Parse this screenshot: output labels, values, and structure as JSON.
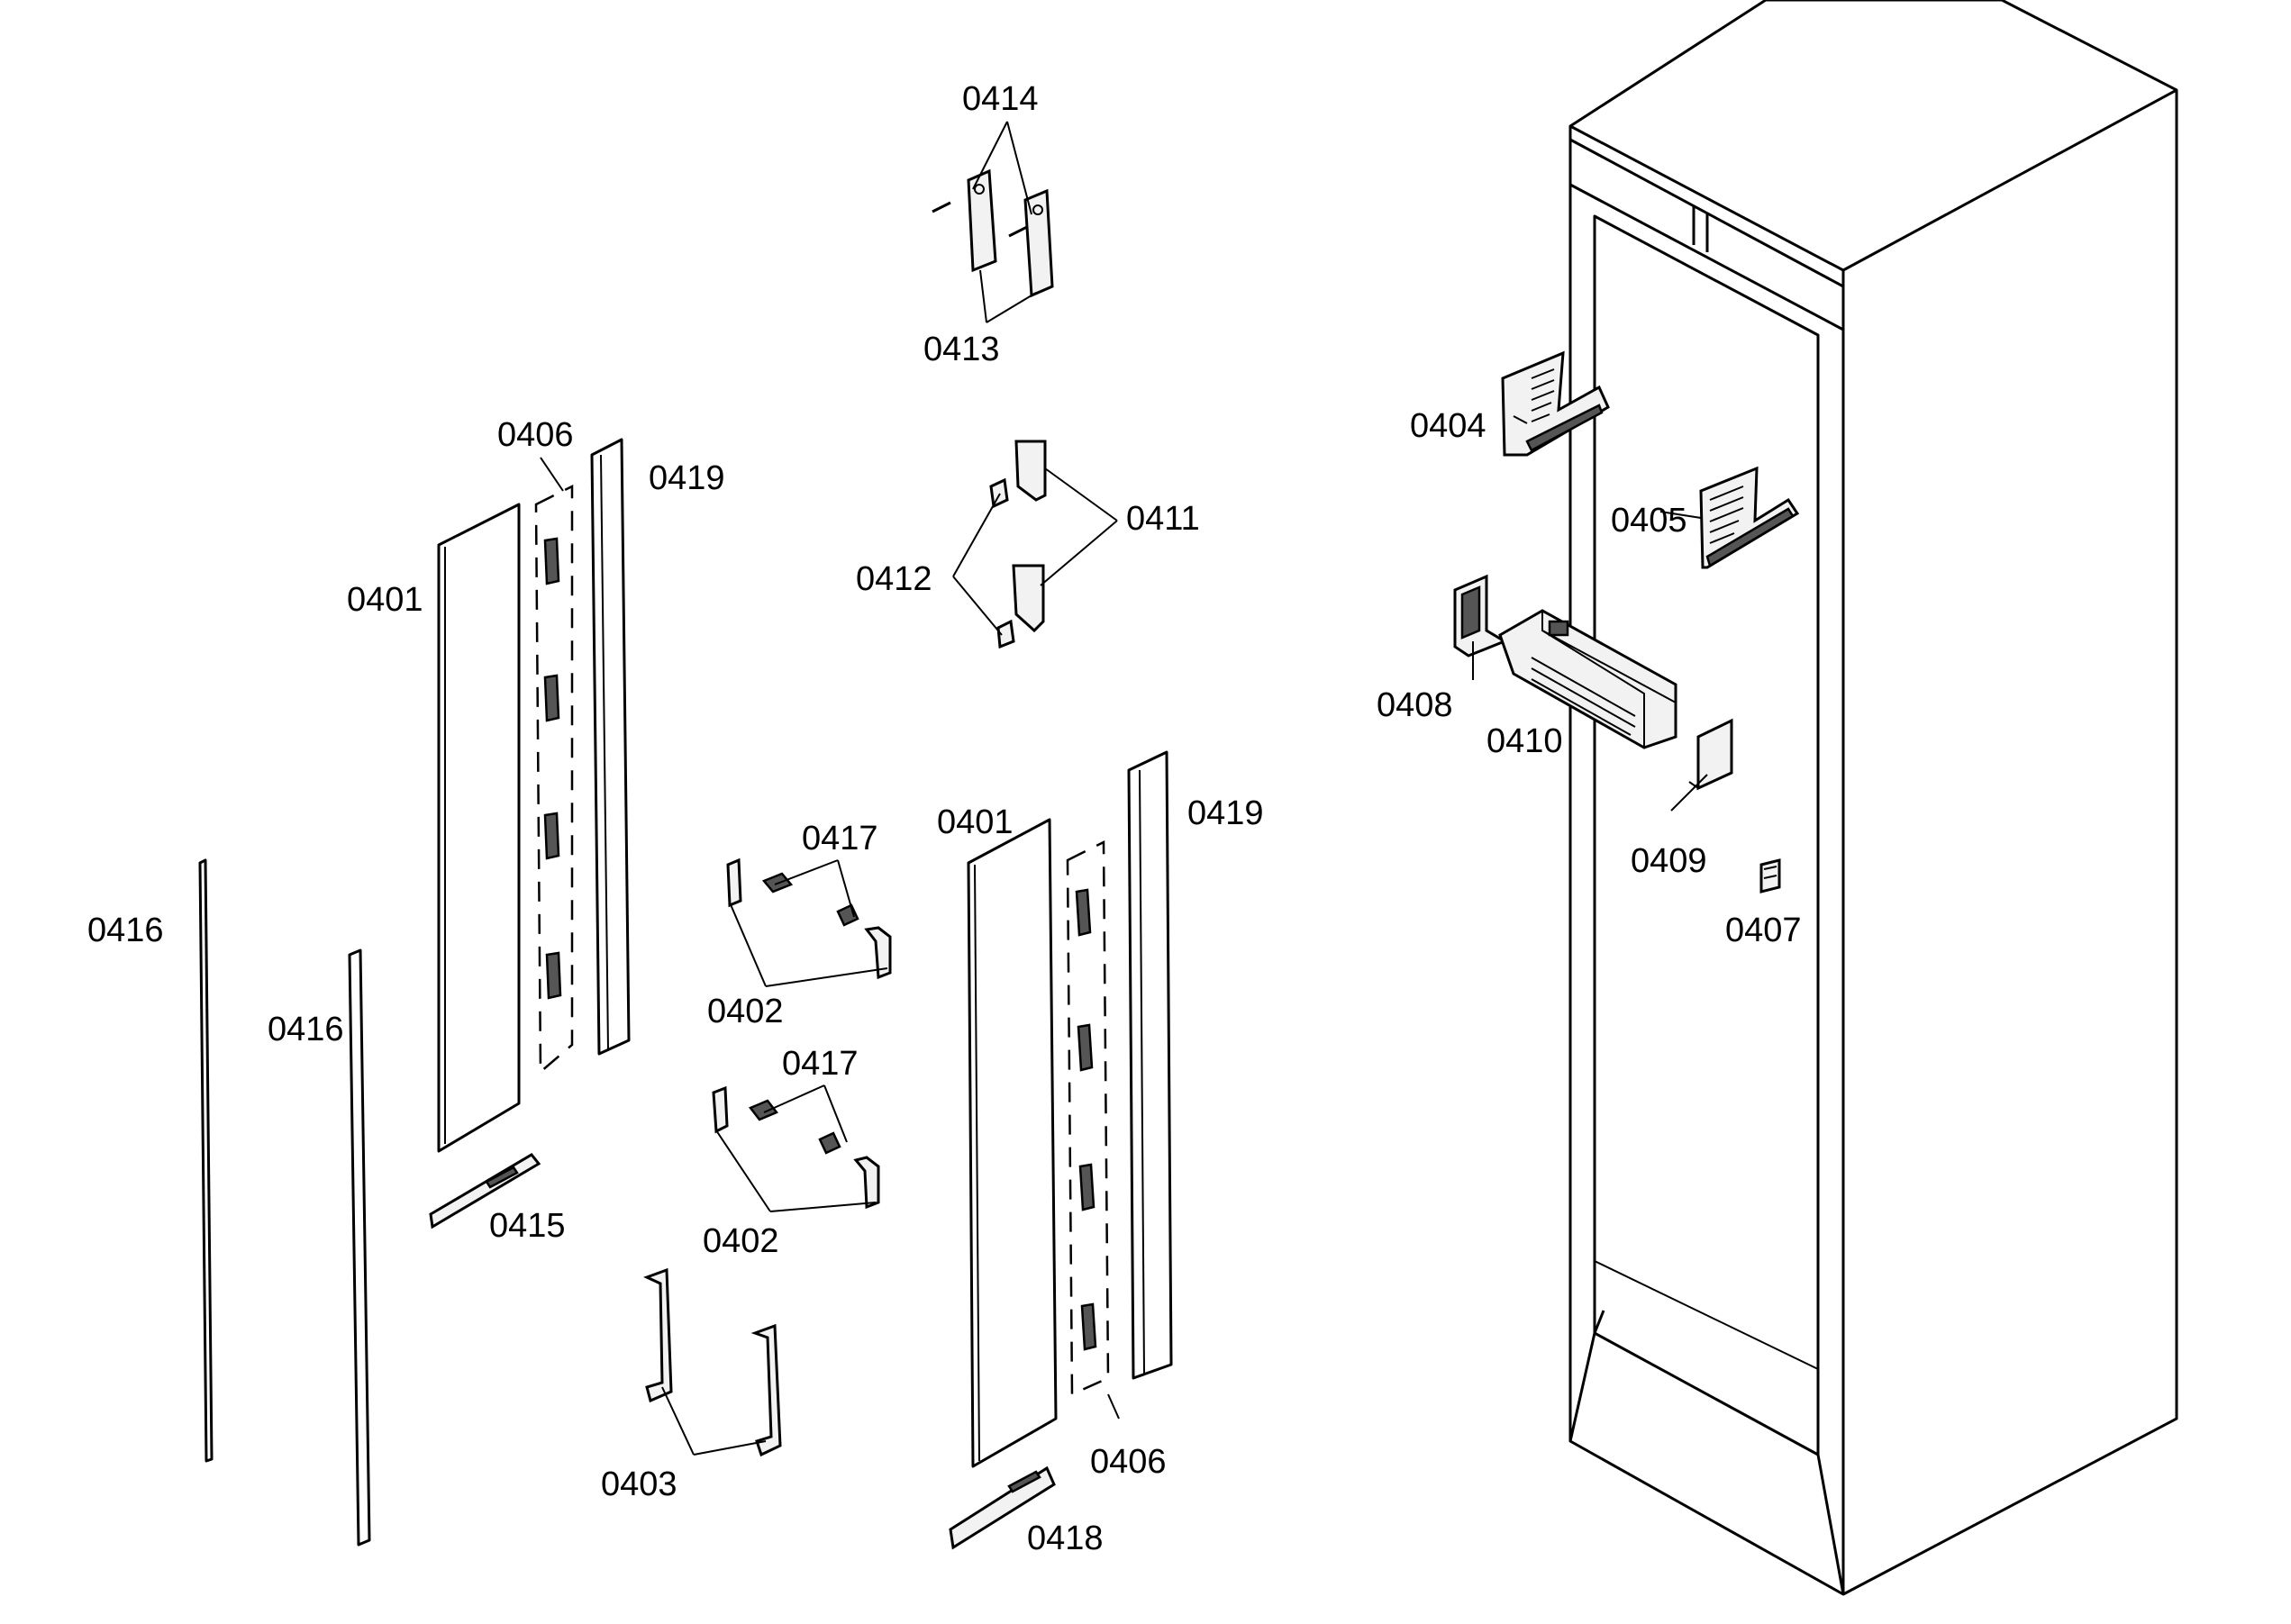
{
  "labels": {
    "l0414": "0414",
    "l0413": "0413",
    "l0411": "0411",
    "l0412": "0412",
    "l0406a": "0406",
    "l0419a": "0419",
    "l0401a": "0401",
    "l0404": "0404",
    "l0405": "0405",
    "l0408": "0408",
    "l0410": "0410",
    "l0409": "0409",
    "l0407": "0407",
    "l0416a": "0416",
    "l0416b": "0416",
    "l0415": "0415",
    "l0417a": "0417",
    "l0402a": "0402",
    "l0417b": "0417",
    "l0402b": "0402",
    "l0401b": "0401",
    "l0419b": "0419",
    "l0403": "0403",
    "l0406b": "0406",
    "l0418": "0418"
  }
}
